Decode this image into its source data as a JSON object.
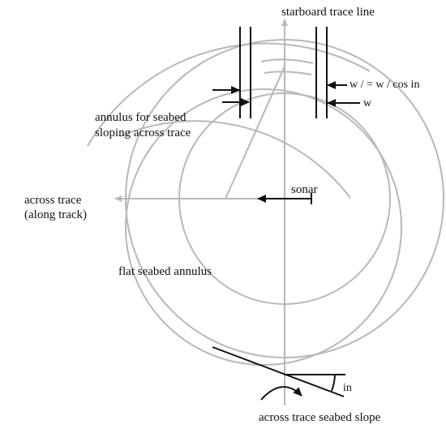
{
  "labels": {
    "starboard_trace_line": "starboard trace line",
    "w_prime_formula": "w / = w / cos in",
    "w": "w",
    "annulus_line1": "annulus for seabed",
    "annulus_line2": "sloping across trace",
    "sonar": "sonar",
    "across_trace_line1": "across trace",
    "across_trace_line2": "(along track)",
    "flat_annulus": "flat seabed annulus",
    "in_angle": "in",
    "slope_caption": "across trace seabed slope"
  },
  "colors": {
    "gray": "#b8b8b8",
    "black": "#111111"
  }
}
